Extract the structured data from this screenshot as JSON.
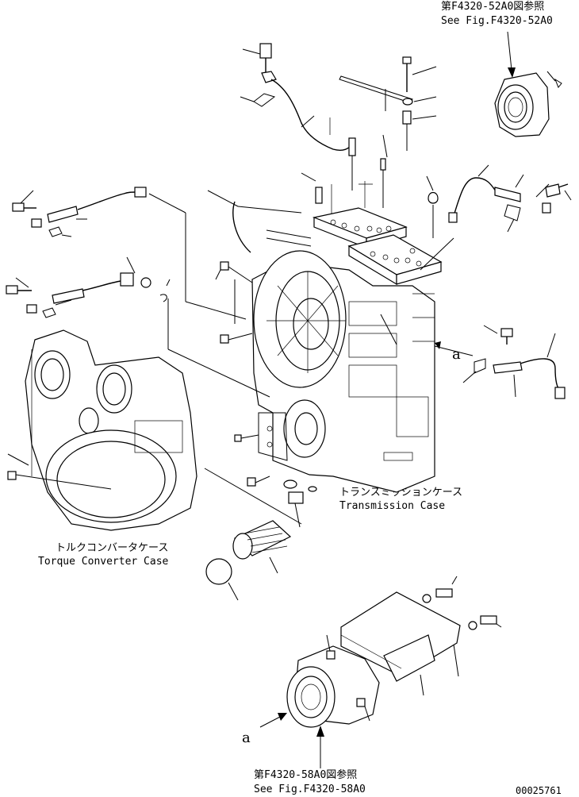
{
  "references": {
    "top_right_jp": "第F4320-52A0図参照",
    "top_right_en": "See Fig.F4320-52A0",
    "bottom_jp": "第F4320-58A0図参照",
    "bottom_en": "See Fig.F4320-58A0"
  },
  "labels": {
    "transmission_case_jp": "トランスミッションケース",
    "transmission_case_en": "Transmission Case",
    "torque_converter_case_jp": "トルクコンバータケース",
    "torque_converter_case_en": "Torque Converter Case"
  },
  "markers": {
    "a_right": "a",
    "a_bottom": "a"
  },
  "drawing_number": "00025761"
}
